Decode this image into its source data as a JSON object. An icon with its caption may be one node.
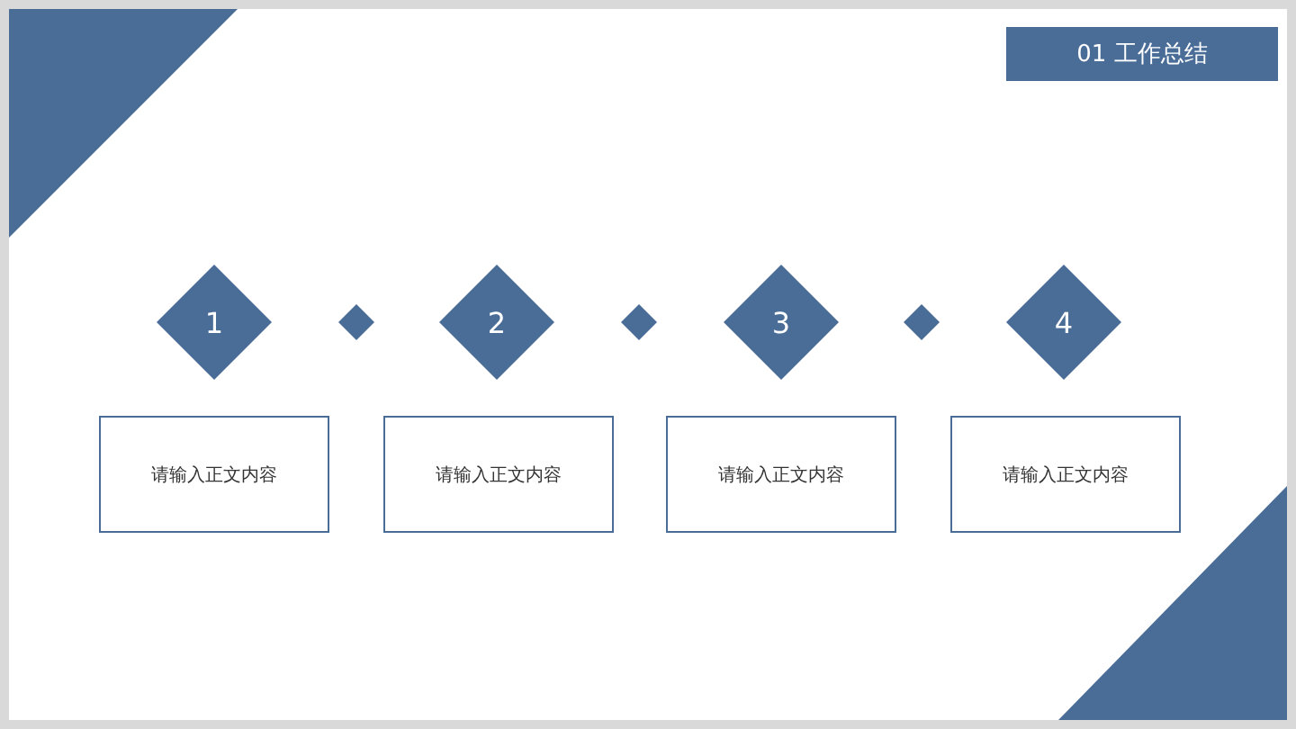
{
  "diagram": {
    "nodes": [
      {
        "text": [
          "01 工作总结"
        ]
      },
      {
        "text": [
          "1"
        ]
      },
      {
        "text": [],
        "shape": "diamond"
      },
      {
        "text": [
          "2"
        ]
      },
      {
        "text": [],
        "shape": "diamond"
      },
      {
        "text": [
          "3"
        ]
      },
      {
        "text": [],
        "shape": "diamond"
      },
      {
        "text": [
          "4"
        ]
      },
      {
        "text": [
          "请输入正文内容"
        ]
      },
      {
        "text": [
          "请输入正文内容"
        ]
      },
      {
        "text": [
          "请输入正文内容"
        ]
      },
      {
        "text": [
          "请输入正文内容"
        ]
      }
    ]
  }
}
